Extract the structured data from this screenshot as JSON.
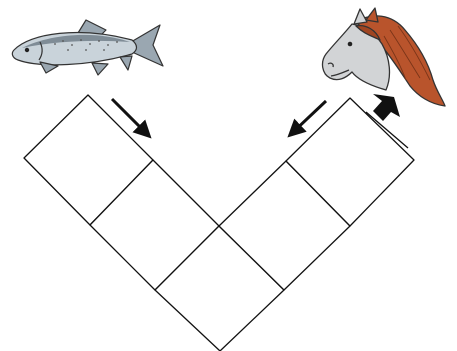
{
  "puzzle": {
    "left_word_cells": 3,
    "right_word_cells": 3,
    "shared_cells": 1
  },
  "icons": {
    "left_clue": "salmon-fish-icon",
    "right_clue": "horse-head-icon",
    "direction_marker": "right-hook-arrow-icon"
  },
  "colors": {
    "grid_line": "#111111",
    "fish_body": "#c9d3da",
    "fish_fin": "#9aa7b1",
    "horse_face": "#d2d4d6",
    "horse_mane": "#b9542c",
    "arrow": "#111111"
  }
}
